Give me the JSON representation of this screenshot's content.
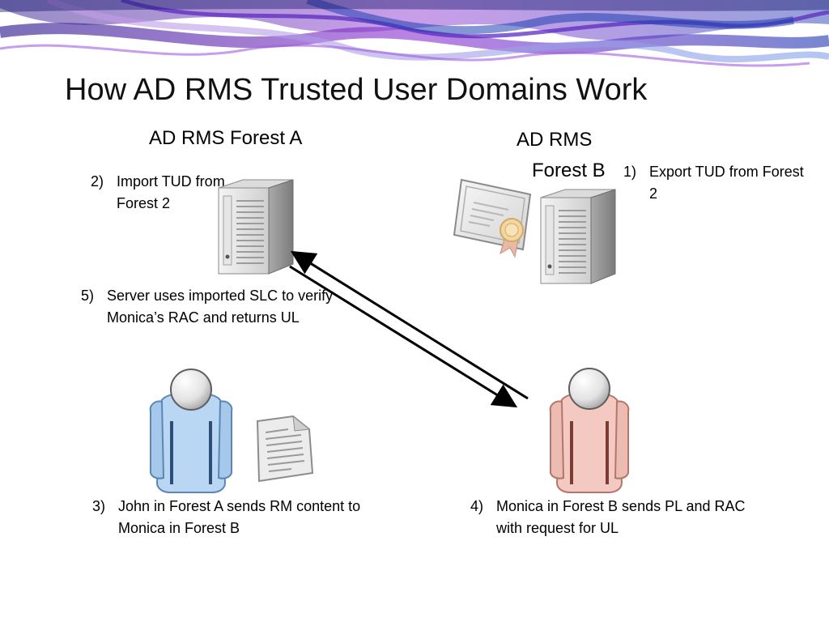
{
  "slide": {
    "title": "How AD RMS Trusted User Domains Work"
  },
  "forests": {
    "a_label": "AD RMS Forest A",
    "b_label_line1": "AD RMS",
    "b_label_line2": "Forest B"
  },
  "steps": [
    {
      "num": "1)",
      "text": "Export TUD from Forest 2"
    },
    {
      "num": "2)",
      "text": " Import TUD from Forest 2"
    },
    {
      "num": "3)",
      "text": "John in Forest A sends RM content to Monica in Forest B"
    },
    {
      "num": "4)",
      "text": "Monica in Forest B sends PL and RAC with request for UL"
    },
    {
      "num": "5)",
      "text": "Server uses imported SLC to verify Monica’s RAC and returns UL"
    }
  ],
  "icons": {
    "server_a": "server-icon",
    "server_b": "server-icon",
    "certificate": "certificate-icon",
    "user_john": "user-icon",
    "user_monica": "user-icon",
    "document": "document-icon"
  },
  "colors": {
    "john": "#b9d6f2",
    "monica": "#f3c9c1",
    "banner_purple": "#7a2fc4",
    "banner_blue": "#2a56c9"
  }
}
